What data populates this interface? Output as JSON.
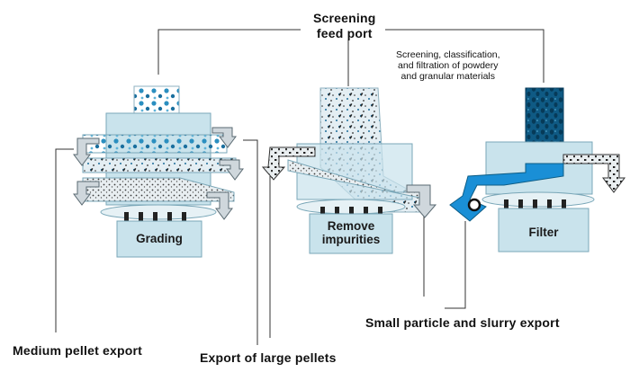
{
  "labels": {
    "feed_port_line1": "Screening",
    "feed_port_line2": "feed port",
    "filtration_note_line1": "Screening, classification,",
    "filtration_note_line2": "and filtration of powdery",
    "filtration_note_line3": "and granular materials",
    "medium_pellet_export": "Medium pellet export",
    "large_pellet_export": "Export of large pellets",
    "slurry_export": "Small particle and slurry export"
  },
  "machines": [
    {
      "name": "grading",
      "label_lines": [
        "Grading"
      ]
    },
    {
      "name": "remove-impurities",
      "label_lines": [
        "Remove",
        "impurities"
      ]
    },
    {
      "name": "filter",
      "label_lines": [
        "Filter"
      ]
    }
  ],
  "colors": {
    "machine_body": "#c9e3ec",
    "machine_edge": "#7aa7b8",
    "arrow_fill": "#cfd7dc",
    "dark_blue": "#0d5d86",
    "bright_blue": "#1a8fd6",
    "leader_line": "#333333"
  }
}
